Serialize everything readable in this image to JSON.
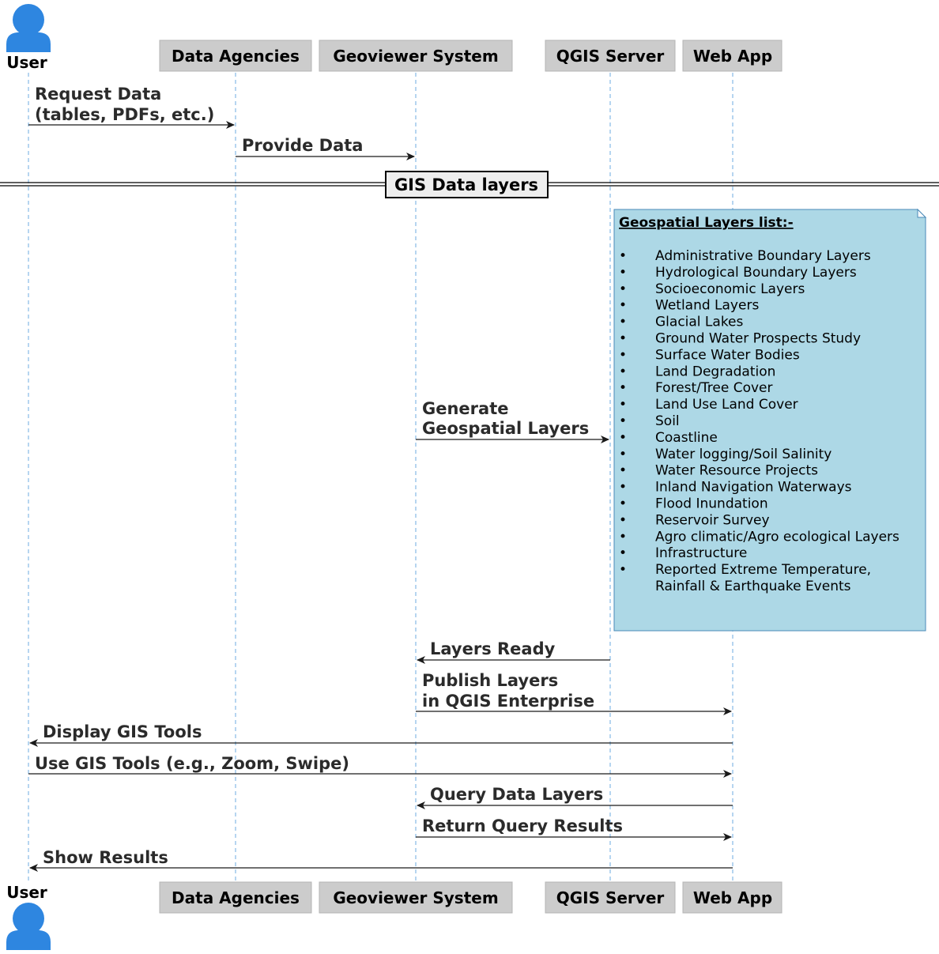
{
  "participants": [
    {
      "name": "User",
      "kind": "actor"
    },
    {
      "name": "Data Agencies",
      "kind": "participant"
    },
    {
      "name": "Geoviewer System",
      "kind": "participant"
    },
    {
      "name": "QGIS Server",
      "kind": "participant"
    },
    {
      "name": "Web App",
      "kind": "participant"
    }
  ],
  "messages": [
    {
      "from": "User",
      "to": "Data Agencies",
      "lines": [
        "Request Data",
        "(tables, PDFs, etc.)"
      ]
    },
    {
      "from": "Data Agencies",
      "to": "Geoviewer System",
      "lines": [
        "Provide Data"
      ]
    },
    {
      "from": "Geoviewer System",
      "to": "QGIS Server",
      "lines": [
        "Generate",
        "Geospatial Layers"
      ]
    },
    {
      "from": "QGIS Server",
      "to": "Geoviewer System",
      "lines": [
        "Layers Ready"
      ]
    },
    {
      "from": "Geoviewer System",
      "to": "Web App",
      "lines": [
        "Publish Layers",
        "in QGIS Enterprise"
      ]
    },
    {
      "from": "Web App",
      "to": "User",
      "lines": [
        "Display GIS Tools"
      ]
    },
    {
      "from": "User",
      "to": "Web App",
      "lines": [
        "Use GIS Tools (e.g., Zoom, Swipe)"
      ]
    },
    {
      "from": "Web App",
      "to": "Geoviewer System",
      "lines": [
        "Query Data Layers"
      ]
    },
    {
      "from": "Geoviewer System",
      "to": "Web App",
      "lines": [
        "Return Query Results"
      ]
    },
    {
      "from": "Web App",
      "to": "User",
      "lines": [
        "Show Results"
      ]
    }
  ],
  "divider": {
    "label": "GIS Data layers"
  },
  "note": {
    "title": "Geospatial Layers list:-",
    "bullet": "•",
    "items": [
      [
        "Administrative Boundary Layers"
      ],
      [
        "Hydrological Boundary Layers"
      ],
      [
        "Socioeconomic Layers"
      ],
      [
        "Wetland Layers"
      ],
      [
        "Glacial Lakes"
      ],
      [
        "Ground Water Prospects Study"
      ],
      [
        "Surface Water Bodies"
      ],
      [
        "Land Degradation"
      ],
      [
        "Forest/Tree Cover"
      ],
      [
        "Land Use Land Cover"
      ],
      [
        "Soil"
      ],
      [
        "Coastline"
      ],
      [
        "Water logging/Soil Salinity"
      ],
      [
        "Water Resource Projects"
      ],
      [
        "Inland Navigation Waterways"
      ],
      [
        "Flood Inundation"
      ],
      [
        "Reservoir Survey"
      ],
      [
        "Agro climatic/Agro ecological Layers"
      ],
      [
        "Infrastructure"
      ],
      [
        "Reported Extreme Temperature,",
        "Rainfall & Earthquake Events"
      ]
    ]
  },
  "colors": {
    "actor": "#2e86e0",
    "participant_fill": "#cccccc",
    "lifeline": "#3c8fd8",
    "note_fill": "#add8e6",
    "divider_fill": "#eeeeee"
  }
}
